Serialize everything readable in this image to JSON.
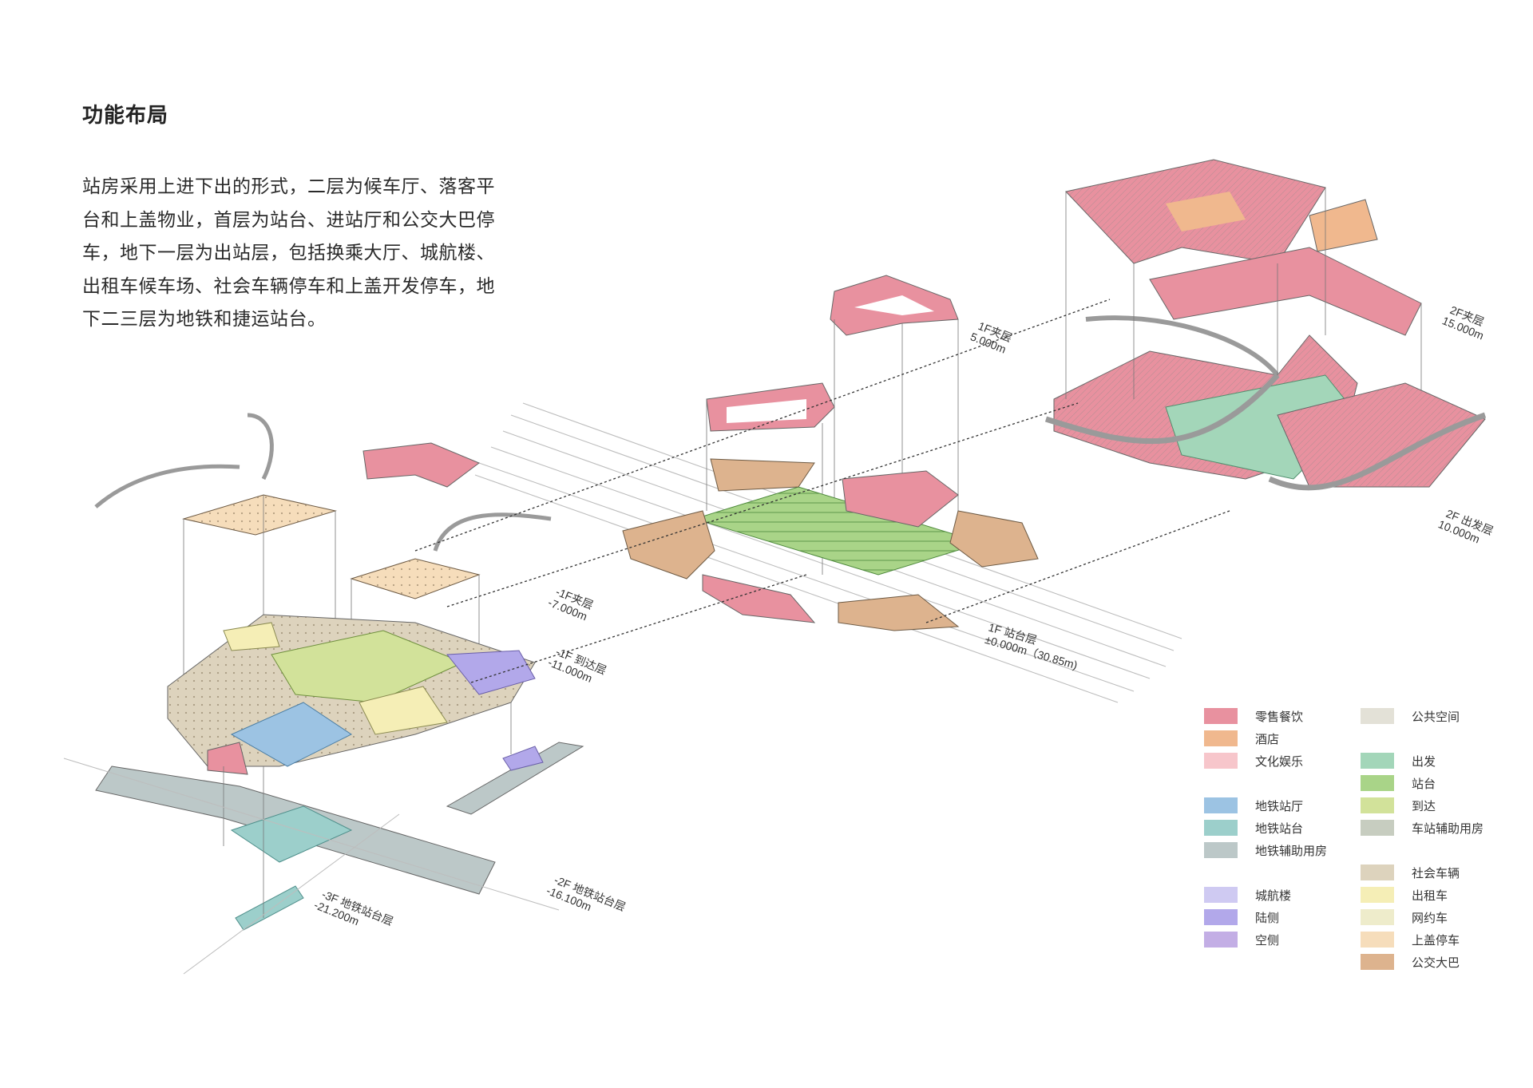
{
  "title": "功能布局",
  "description": "站房采用上进下出的形式，二层为候车厅、落客平台和上盖物业，首层为站台、进站厅和公交大巴停车，地下一层为出站层，包括换乘大厅、城航楼、出租车候车场、社会车辆停车和上盖开发停车，地下二三层为地铁和捷运站台。",
  "levels": {
    "f1_mezz_name": "1F夹层",
    "f1_mezz_elev": "5.000m",
    "f2_mezz_name": "2F夹层",
    "f2_mezz_elev": "15.000m",
    "f2_dep_name": "2F 出发层",
    "f2_dep_elev": "10.000m",
    "f1_plat_name": "1F 站台层",
    "f1_plat_elev": "±0.000m（30.85m)",
    "b1_mezz_name": "-1F夹层",
    "b1_mezz_elev": "-7.000m",
    "b1_arr_name": "-1F 到达层",
    "b1_arr_elev": "-11.000m",
    "b2_name": "-2F 地铁站台层",
    "b2_elev": "-16.100m",
    "b3_name": "-3F 地铁站台层",
    "b3_elev": "-21.200m"
  },
  "legend": {
    "col1": [
      {
        "label": "零售餐饮",
        "color": "#e8919f"
      },
      {
        "label": "酒店",
        "color": "#f0b88e"
      },
      {
        "label": "文化娱乐",
        "color": "#f7c6cb"
      },
      {
        "label": "地铁站厅",
        "color": "#9cc3e3"
      },
      {
        "label": "地铁站台",
        "color": "#9ccfcb"
      },
      {
        "label": "地铁辅助用房",
        "color": "#bcc8c8"
      },
      {
        "label": "城航楼",
        "color": "#cfcaf2"
      },
      {
        "label": "陆侧",
        "color": "#b2a8ea"
      },
      {
        "label": "空侧",
        "color": "#c3aee5"
      }
    ],
    "col2": [
      {
        "label": "公共空间",
        "color": "#e3e1d7"
      },
      {
        "label": "出发",
        "color": "#a3d6b9"
      },
      {
        "label": "站台",
        "color": "#a9d488"
      },
      {
        "label": "到达",
        "color": "#d2e29a"
      },
      {
        "label": "车站辅助用房",
        "color": "#c7cdc0"
      },
      {
        "label": "社会车辆",
        "color": "#ddd3bd"
      },
      {
        "label": "出租车",
        "color": "#f5eeb6"
      },
      {
        "label": "网约车",
        "color": "#eeeccb"
      },
      {
        "label": "上盖停车",
        "color": "#f6ddbb"
      },
      {
        "label": "公交大巴",
        "color": "#ddb38e"
      }
    ]
  }
}
